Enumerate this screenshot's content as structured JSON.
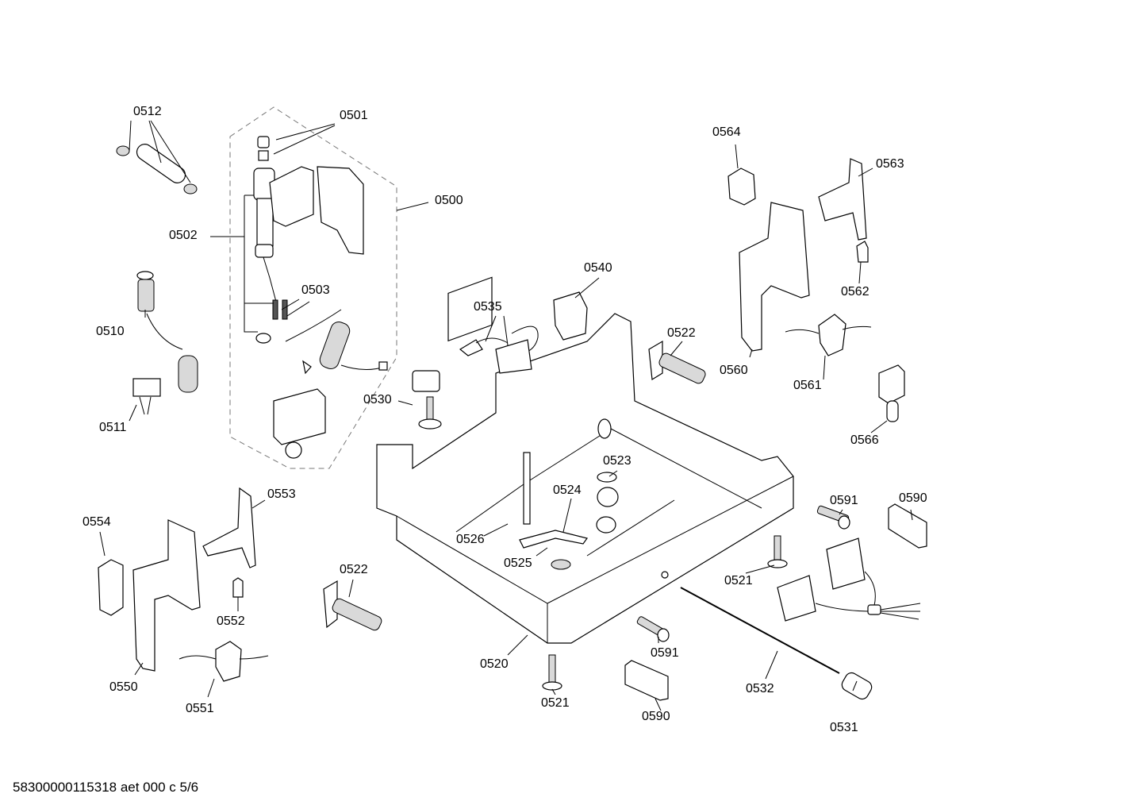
{
  "footer": {
    "text": "58300000115318 aet 000 c 5/6"
  },
  "labels": {
    "l0500": "0500",
    "l0501": "0501",
    "l0502": "0502",
    "l0503": "0503",
    "l0510": "0510",
    "l0511": "0511",
    "l0512": "0512",
    "l0520": "0520",
    "l0521a": "0521",
    "l0521b": "0521",
    "l0522a": "0522",
    "l0522b": "0522",
    "l0523": "0523",
    "l0524": "0524",
    "l0525": "0525",
    "l0526": "0526",
    "l0530": "0530",
    "l0531": "0531",
    "l0532": "0532",
    "l0535": "0535",
    "l0540": "0540",
    "l0550": "0550",
    "l0551": "0551",
    "l0552": "0552",
    "l0553": "0553",
    "l0554": "0554",
    "l0560": "0560",
    "l0561": "0561",
    "l0562": "0562",
    "l0563": "0563",
    "l0564": "0564",
    "l0566": "0566",
    "l0590a": "0590",
    "l0590b": "0590",
    "l0591a": "0591",
    "l0591b": "0591"
  }
}
